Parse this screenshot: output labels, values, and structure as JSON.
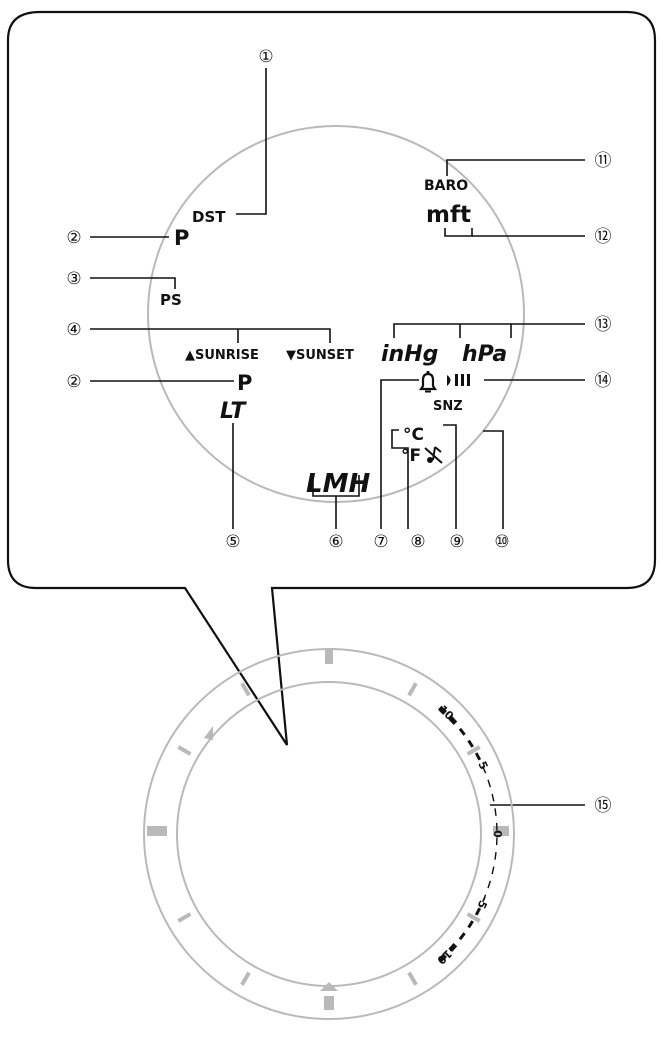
{
  "labels": {
    "dst": "DST",
    "p_top": "P",
    "ps": "PS",
    "sunrise": "▲SUNRISE",
    "sunset": "▼SUNSET",
    "p_lower": "P",
    "lt": "LT",
    "lmh": "LMH",
    "baro": "BARO",
    "mft": "mft",
    "inhg": "inHg",
    "hpa": "hPa",
    "snz": "SNZ",
    "deg_c": "°C",
    "deg_f": "°F"
  },
  "callouts": [
    "①",
    "②",
    "③",
    "④",
    "②",
    "⑤",
    "⑥",
    "⑦",
    "⑧",
    "⑨",
    "⑩",
    "⑪",
    "⑫",
    "⑬",
    "⑭",
    "⑮"
  ],
  "scale": {
    "ticks": [
      "10",
      "5",
      "0",
      "-5",
      "-10"
    ]
  },
  "icons": {
    "bell": "bell-icon",
    "signal": "signal-strength-icon",
    "mute": "mute-note-icon"
  },
  "colors": {
    "outline": "#111111",
    "dial_gray": "#b9b9b9"
  }
}
